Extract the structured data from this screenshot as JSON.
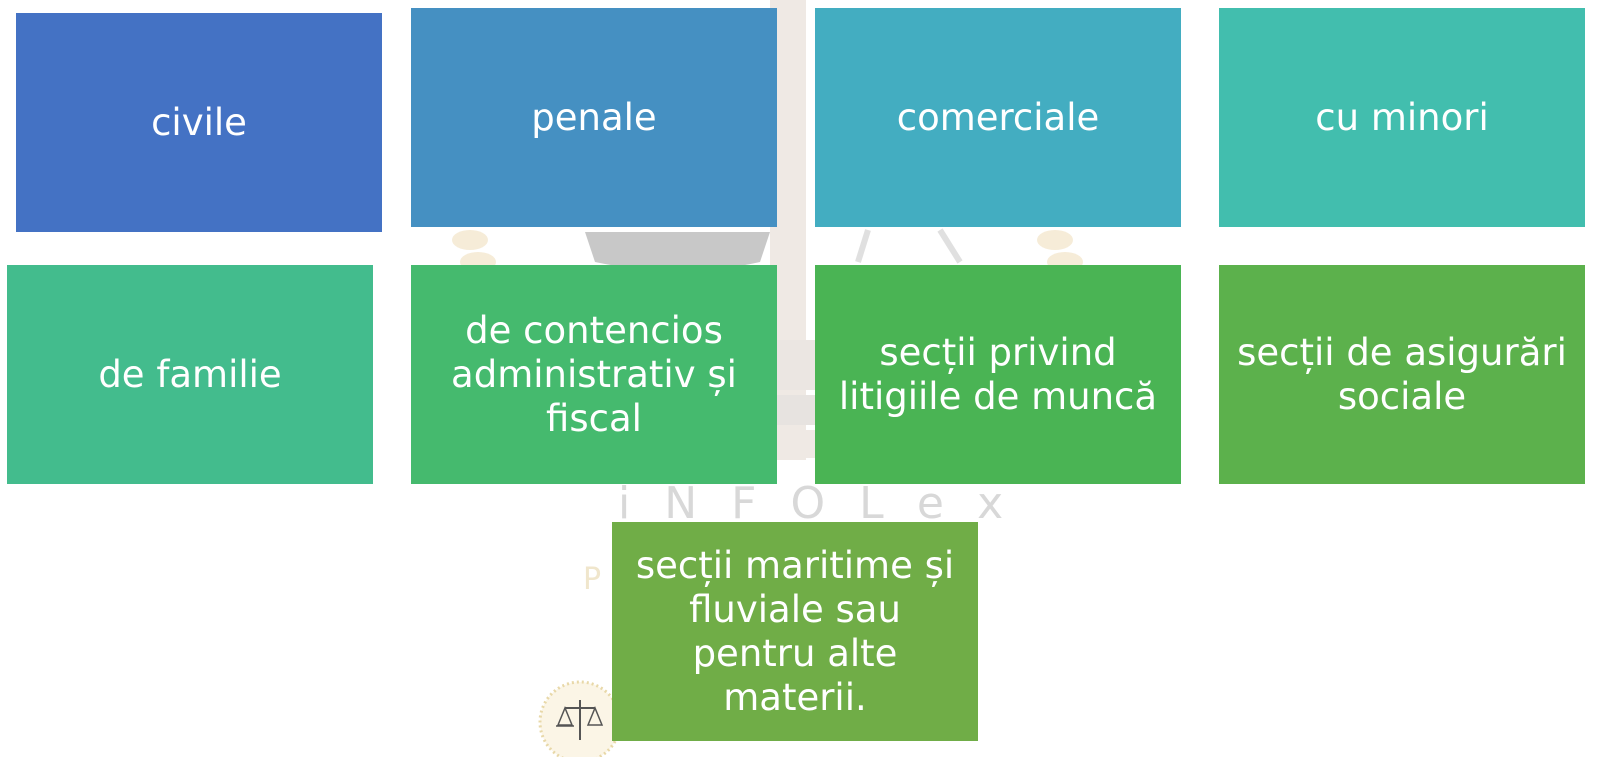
{
  "diagram": {
    "tiles": [
      {
        "label": "civile",
        "color": "#4472C4"
      },
      {
        "label": "penale",
        "color": "#4590C2"
      },
      {
        "label": "comerciale",
        "color": "#43ADC1"
      },
      {
        "label": "cu minori",
        "color": "#42BEAE"
      },
      {
        "label": "de familie",
        "color": "#43BC8D"
      },
      {
        "label": "de contencios administrativ și fiscal",
        "color": "#45BA6E"
      },
      {
        "label": "secții privind litigiile de muncă",
        "color": "#4AB454"
      },
      {
        "label": "secții de asigurări sociale",
        "color": "#5CB14C"
      },
      {
        "label": "secții maritime și fluviale sau pentru alte materii.",
        "color": "#70AD47"
      }
    ]
  },
  "watermark": {
    "text": "iNFOLex",
    "subtext": "P"
  }
}
